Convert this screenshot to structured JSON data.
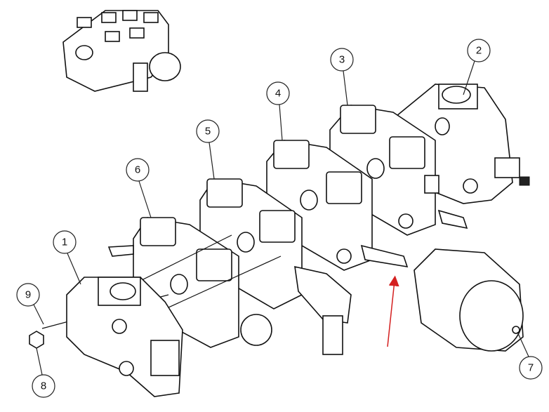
{
  "callouts": [
    {
      "id": "1",
      "label": "1"
    },
    {
      "id": "2",
      "label": "2"
    },
    {
      "id": "3",
      "label": "3"
    },
    {
      "id": "4",
      "label": "4"
    },
    {
      "id": "5",
      "label": "5"
    },
    {
      "id": "6",
      "label": "6"
    },
    {
      "id": "7",
      "label": "7"
    },
    {
      "id": "8",
      "label": "8"
    },
    {
      "id": "9",
      "label": "9"
    }
  ],
  "colors": {
    "line": "#111111",
    "arrow": "#d42020",
    "background": "#ffffff"
  }
}
